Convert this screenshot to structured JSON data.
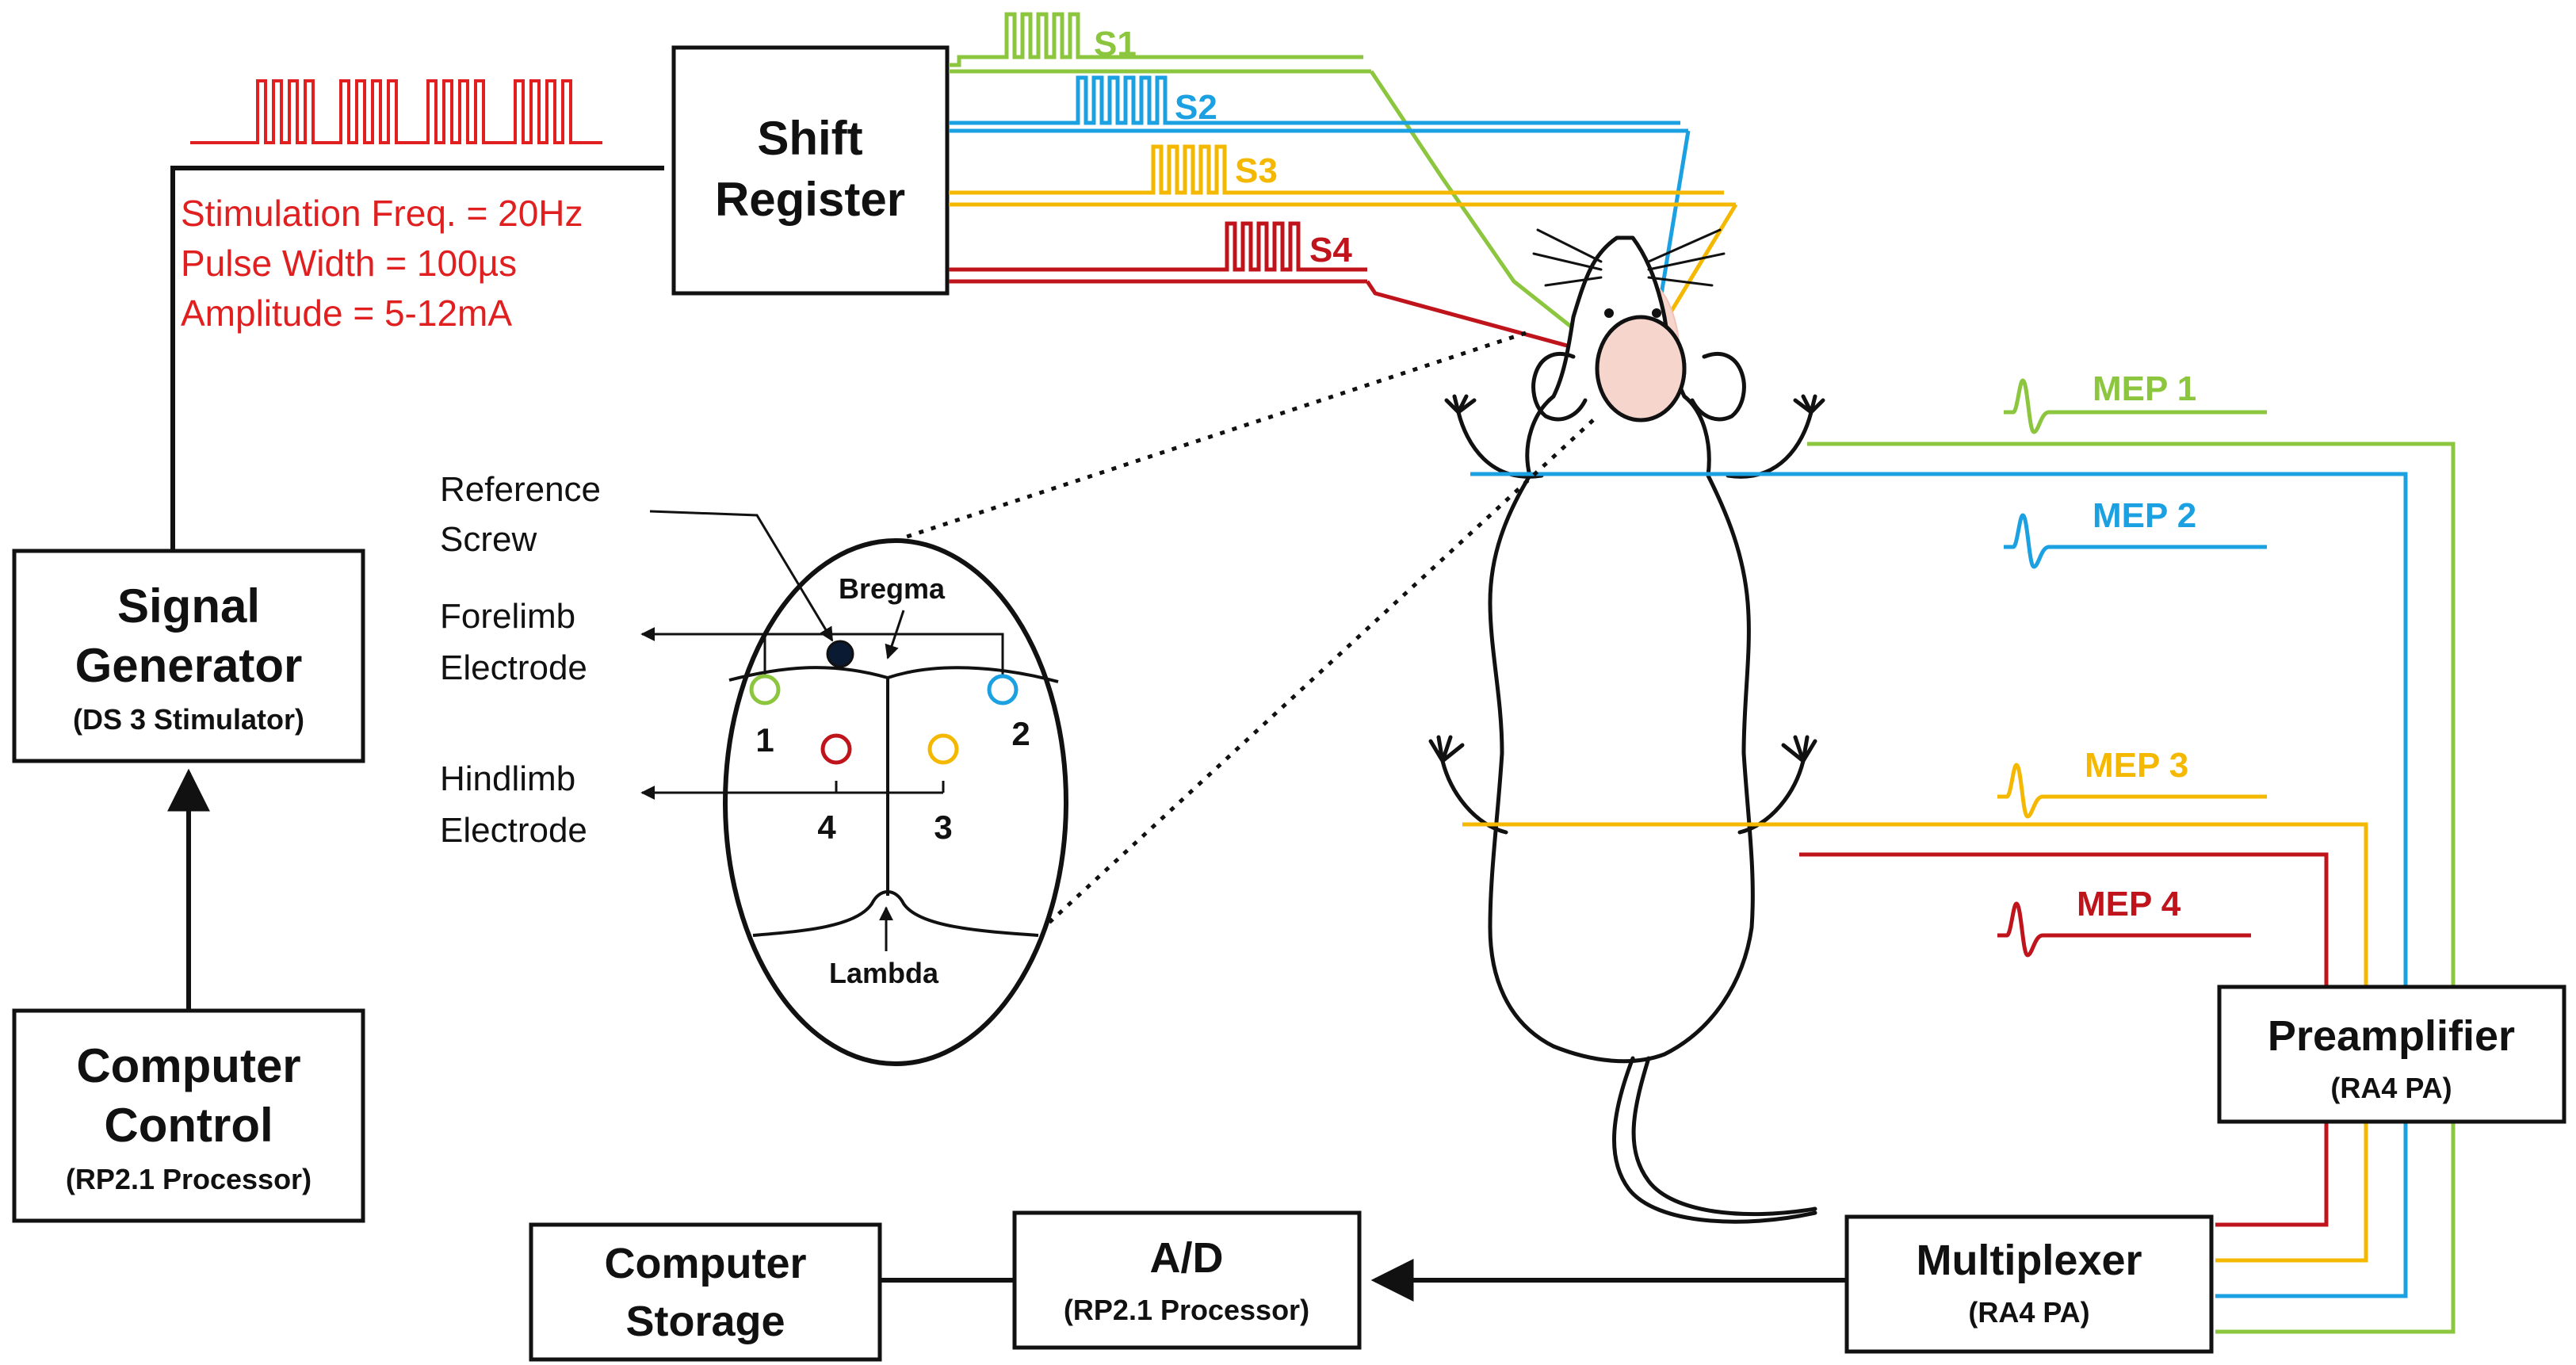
{
  "boxes": {
    "signal_generator": {
      "title1": "Signal",
      "title2": "Generator",
      "sub": "(DS 3 Stimulator)"
    },
    "computer_control": {
      "title1": "Computer",
      "title2": "Control",
      "sub": "(RP2.1 Processor)"
    },
    "shift_register": {
      "title1": "Shift",
      "title2": "Register"
    },
    "preamplifier": {
      "title": "Preamplifier",
      "sub": "(RA4 PA)"
    },
    "multiplexer": {
      "title": "Multiplexer",
      "sub": "(RA4 PA)"
    },
    "ad": {
      "title": "A/D",
      "sub": "(RP2.1 Processor)"
    },
    "computer_storage": {
      "title1": "Computer",
      "title2": "Storage"
    }
  },
  "stimulation": {
    "freq": "Stimulation  Freq. = 20Hz",
    "pulse_width": "Pulse Width = 100µs",
    "amplitude": "Amplitude = 5-12mA"
  },
  "stim_channels": [
    "S1",
    "S2",
    "S3",
    "S4"
  ],
  "mep_channels": [
    "MEP 1",
    "MEP 2",
    "MEP 3",
    "MEP 4"
  ],
  "skull": {
    "reference_l1": "Reference",
    "reference_l2": "Screw",
    "forelimb_l1": "Forelimb",
    "forelimb_l2": "Electrode",
    "hindlimb_l1": "Hindlimb",
    "hindlimb_l2": "Electrode",
    "bregma": "Bregma",
    "lambda": "Lambda",
    "electrode_numbers": [
      "1",
      "2",
      "3",
      "4"
    ]
  },
  "colors": {
    "ch1": "#8cc63f",
    "ch2": "#1ba1e2",
    "ch3": "#f5b800",
    "ch4": "#c0141c",
    "stim_note": "#e02020",
    "line": "#111111"
  }
}
